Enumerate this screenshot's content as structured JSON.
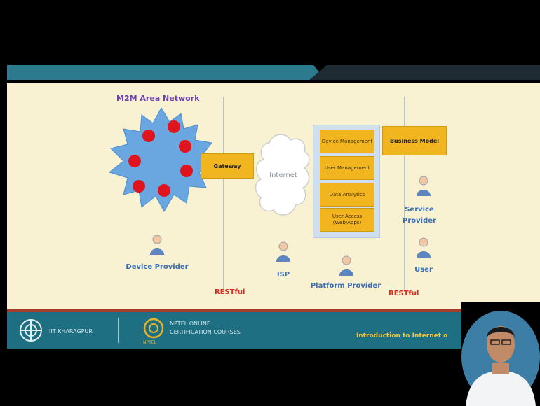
{
  "diagram": {
    "title": "M2M Area Network",
    "gateway": "Gateway",
    "internet": "Internet",
    "platform_items": [
      "Device Management",
      "User Management",
      "Data Analytics",
      "User Access (Web/Apps)"
    ],
    "business_model": "Business Model",
    "device_provider": "Device Provider",
    "isp": "ISP",
    "platform_provider": "Platform Provider",
    "service_provider": "Service Provider",
    "user": "User",
    "restful_left": "RESTful",
    "restful_right": "RESTful"
  },
  "footer": {
    "institute": "IIT KHARAGPUR",
    "nptel_line1": "NPTEL ONLINE",
    "nptel_line2": "CERTIFICATION COURSES",
    "nptel_logo_text": "NPTEL",
    "course_title": "Introduction to Internet o"
  },
  "colors": {
    "slide_bg": "#f8f2d2",
    "footer_bg": "#1f6f82",
    "accent_yellow": "#f1b51f",
    "node_red": "#e0141e",
    "star_blue": "#6aa6df"
  }
}
